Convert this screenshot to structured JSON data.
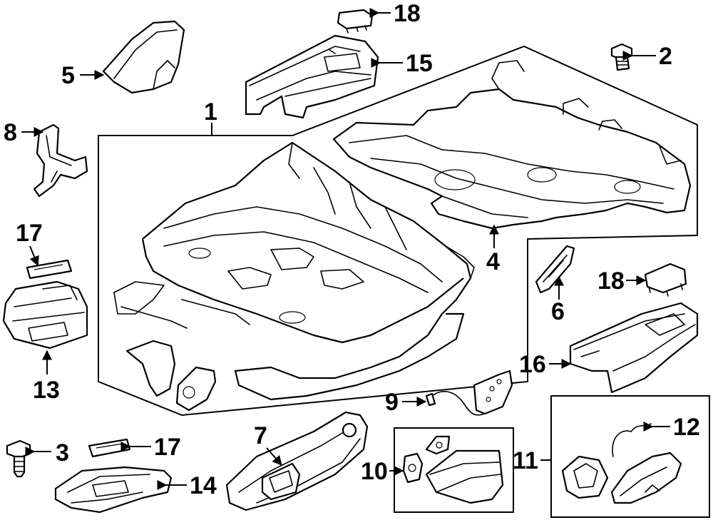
{
  "callouts": {
    "c1": "1",
    "c2": "2",
    "c3": "3",
    "c4": "4",
    "c5": "5",
    "c6": "6",
    "c7": "7",
    "c8": "8",
    "c9": "9",
    "c10": "10",
    "c11": "11",
    "c12": "12",
    "c13": "13",
    "c14": "14",
    "c15": "15",
    "c16": "16",
    "c17a": "17",
    "c17b": "17",
    "c18a": "18",
    "c18b": "18"
  }
}
